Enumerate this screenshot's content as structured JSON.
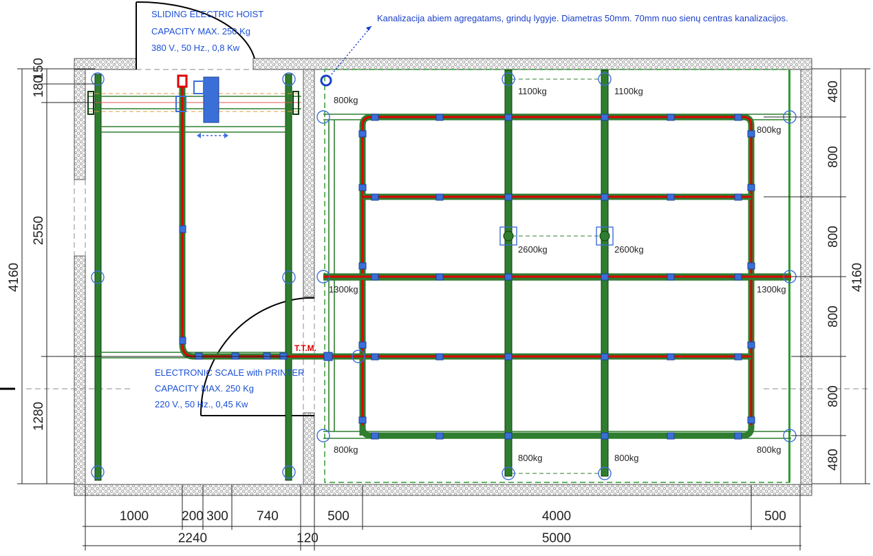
{
  "note": "Kanalizacija abiem agregatams, grindų lygyje. Diametras 50mm. 70mm nuo sienų centras kanalizacijos.",
  "hoist": {
    "line1": "SLIDING ELECTRIC HOIST",
    "line2": "CAPACITY MAX. 250 Kg",
    "line3": "380 V., 50 Hz., 0,8 Kw"
  },
  "scale": {
    "line1": "ELECTRONIC SCALE with PRINTER",
    "line2": "CAPACITY MAX. 250 Kg",
    "line3": "220 V., 50 Hz., 0,45 Kw"
  },
  "ttm_label": "T.T.M.",
  "loads": {
    "top_left_col": "1100kg",
    "top_right_col": "1100kg",
    "mid_left_col": "2600kg",
    "mid_right_col": "2600kg",
    "bottom_left_col": "800kg",
    "bottom_right_col": "800kg",
    "corner_top_left": "800kg",
    "corner_top_right": "800kg",
    "corner_bottom_left": "800kg",
    "corner_bottom_right": "800kg",
    "side_left": "1300kg",
    "side_right": "1300kg"
  },
  "dims_bottom_row1": [
    "1000",
    "200",
    "300",
    "740",
    "500",
    "4000",
    "500"
  ],
  "dims_bottom_row2": [
    "2240",
    "120",
    "5000"
  ],
  "dims_left": [
    "180",
    "150",
    "2550",
    "1280",
    "4160"
  ],
  "dims_right": [
    "480",
    "800",
    "800",
    "800",
    "800",
    "480",
    "4160"
  ]
}
